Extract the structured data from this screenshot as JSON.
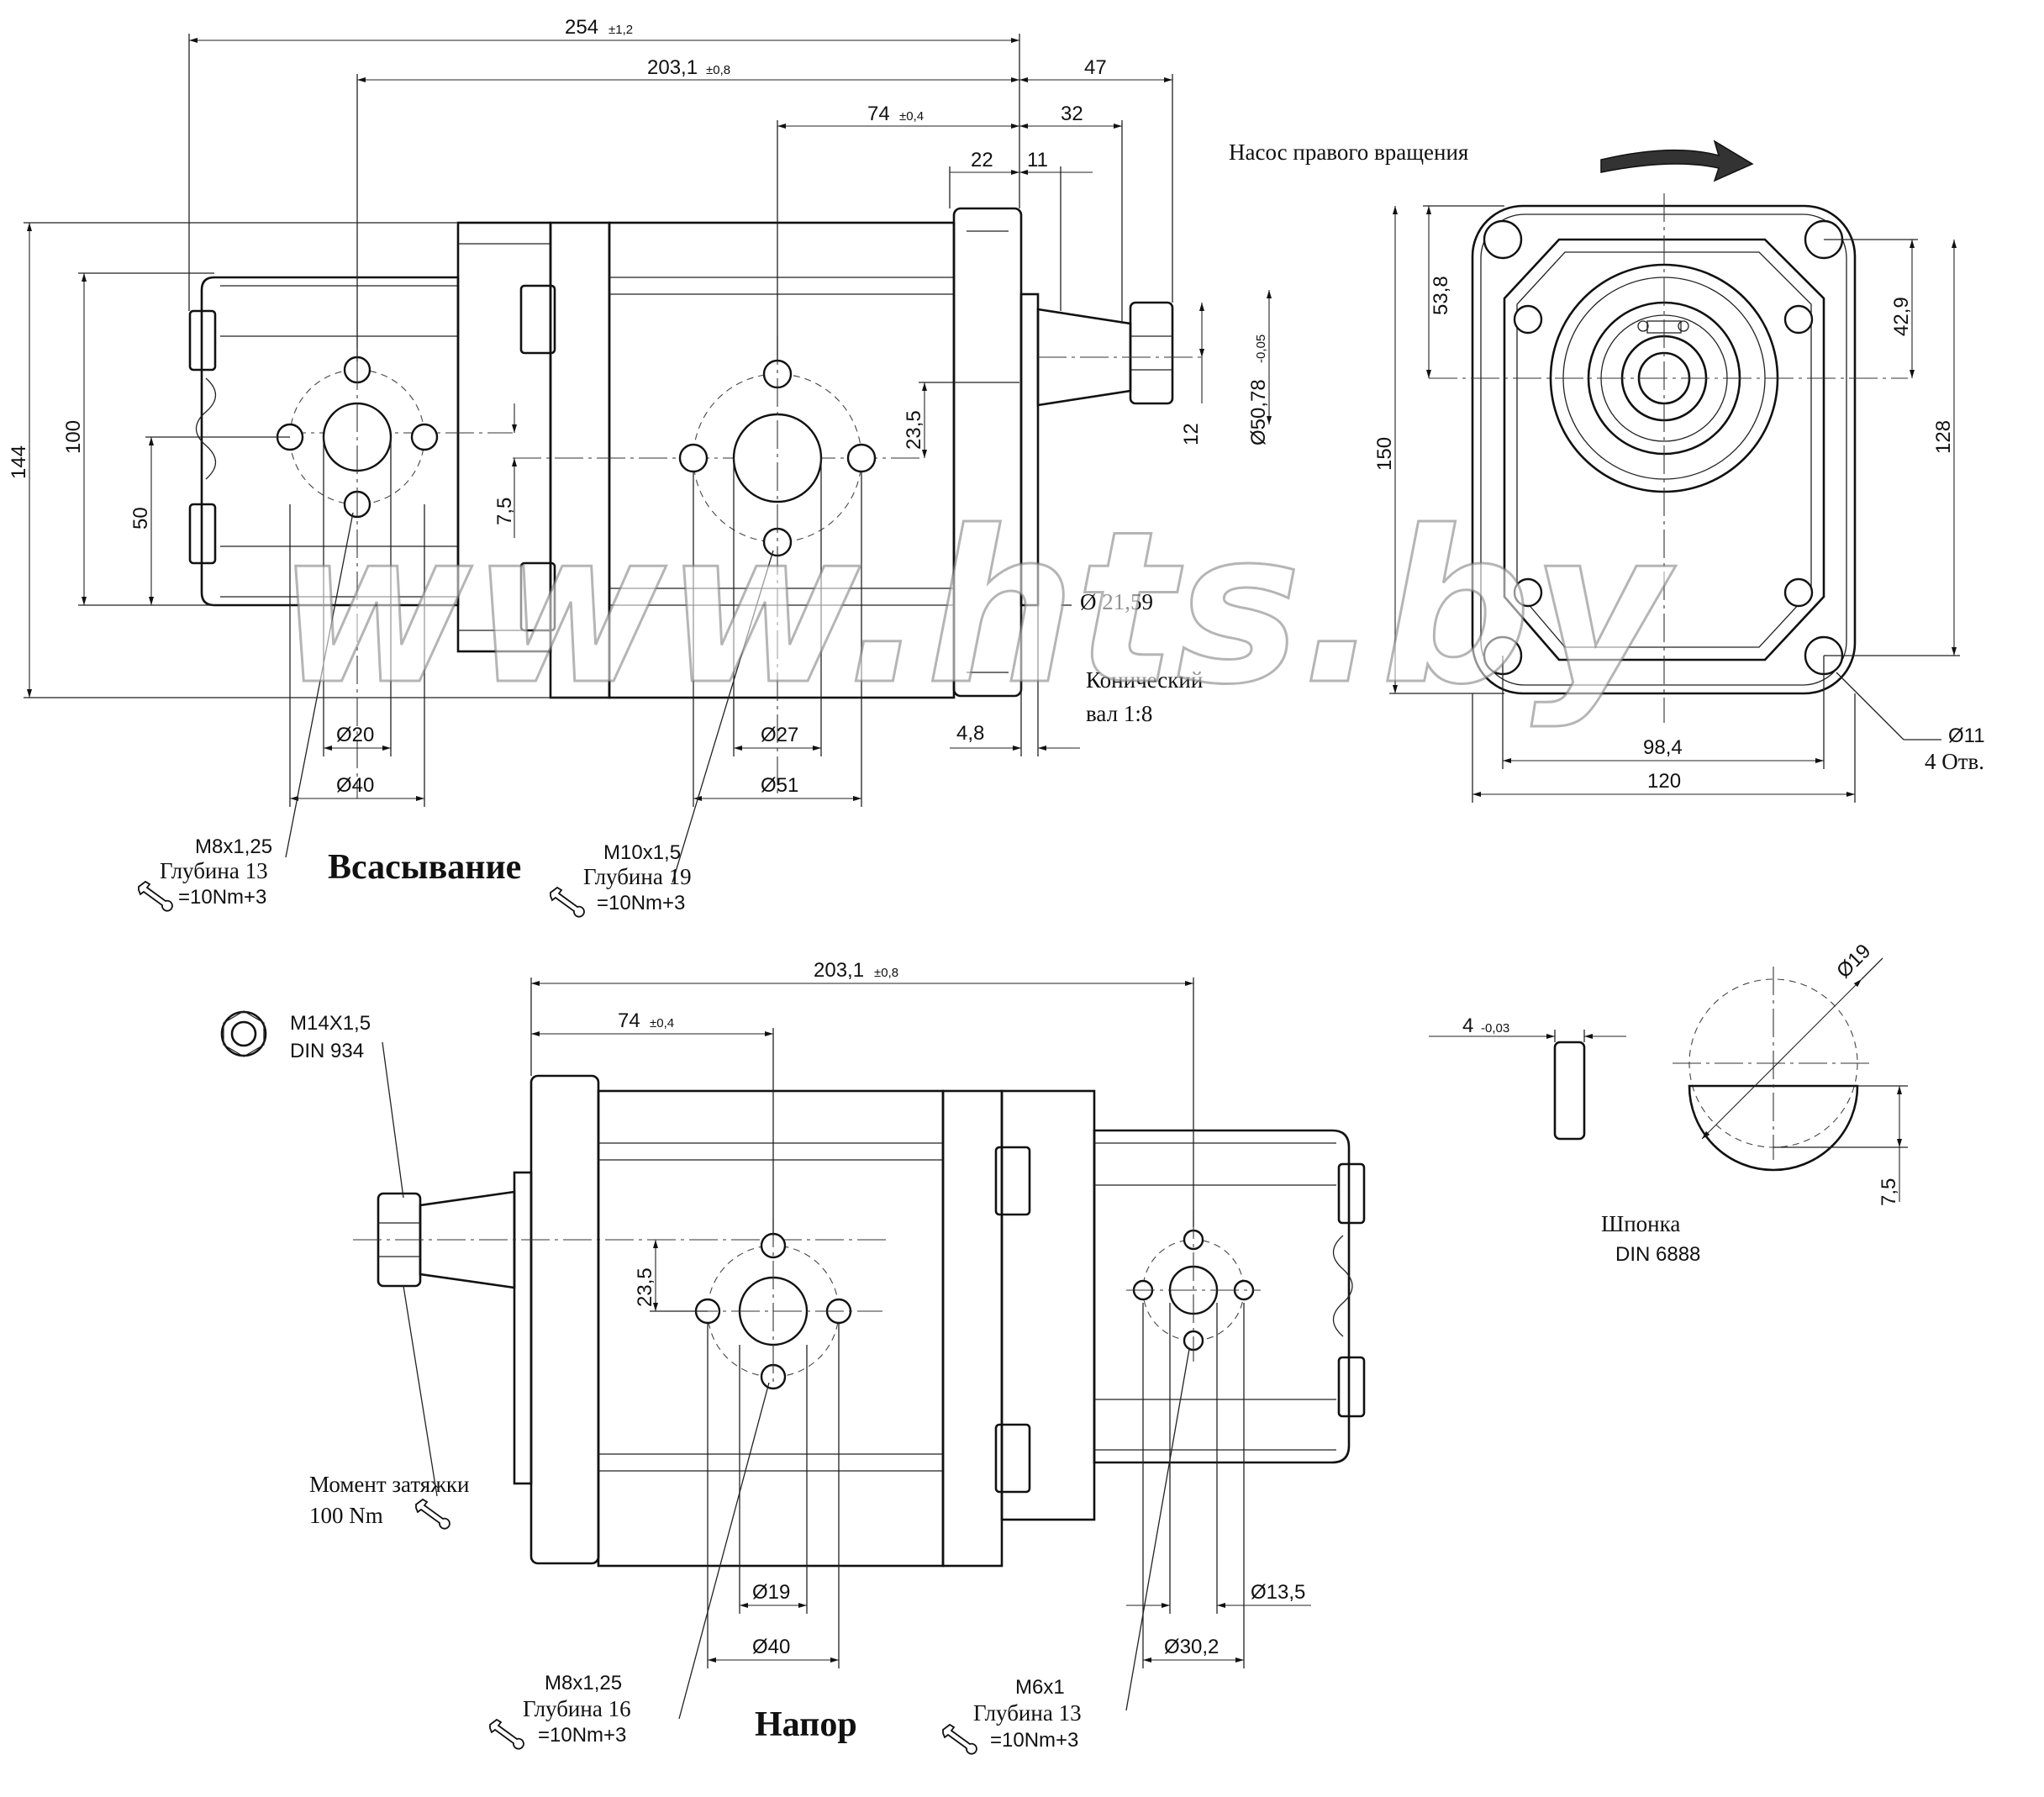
{
  "title": "Насос правого вращения",
  "watermark": "www.hts.by",
  "top_view": {
    "dim_254": "254",
    "dim_254_tol": "±1,2",
    "dim_203_1": "203,1",
    "dim_203_1_tol": "±0,8",
    "dim_74": "74",
    "dim_74_tol": "±0,4",
    "dim_47": "47",
    "dim_32": "32",
    "dim_22": "22",
    "dim_11": "11",
    "dim_144": "144",
    "dim_100": "100",
    "dim_50": "50",
    "dim_7_5": "7,5",
    "dim_23_5": "23,5",
    "dim_12": "12",
    "dim_shaft": "Ø50,78",
    "dim_shaft_tol": "-0,05",
    "dim_d21_59": "Ø 21,59",
    "shaft_label_1": "Конический",
    "shaft_label_2": "вал 1:8",
    "dim_4_8": "4,8",
    "dim_d20": "Ø20",
    "dim_d40": "Ø40",
    "dim_d27": "Ø27",
    "dim_d51": "Ø51",
    "thread_1": "M8x1,25",
    "depth_1": "Глубина 13",
    "torque_1": "=10Nm+3",
    "port_label": "Всасывание",
    "thread_2": "M10x1,5",
    "depth_2": "Глубина 19",
    "torque_2": "=10Nm+3"
  },
  "end_view": {
    "dim_53_8": "53,8",
    "dim_150": "150",
    "dim_42_9": "42,9",
    "dim_128": "128",
    "dim_98_4": "98,4",
    "dim_120": "120",
    "hole_dia": "Ø11",
    "hole_count": "4 Отв."
  },
  "bottom_view": {
    "dim_203_1": "203,1",
    "dim_203_1_tol": "±0,8",
    "dim_74": "74",
    "dim_74_tol": "±0,4",
    "nut_thread": "M14X1,5",
    "nut_std": "DIN 934",
    "dim_23_5": "23,5",
    "torque_label_1": "Момент затяжки",
    "torque_label_2": "100 Nm",
    "dim_d19": "Ø19",
    "dim_d40": "Ø40",
    "dim_d13_5": "Ø13,5",
    "dim_d30_2": "Ø30,2",
    "thread_1": "M8x1,25",
    "depth_1": "Глубина 16",
    "torque_1": "=10Nm+3",
    "port_label": "Напор",
    "thread_2": "M6x1",
    "depth_2": "Глубина 13",
    "torque_2": "=10Nm+3"
  },
  "key_view": {
    "dim_4": "4",
    "dim_4_tol": "-0,03",
    "dim_d19": "Ø19",
    "dim_7_5": "7,5",
    "key_label": "Шпонка",
    "key_std": "DIN 6888"
  }
}
